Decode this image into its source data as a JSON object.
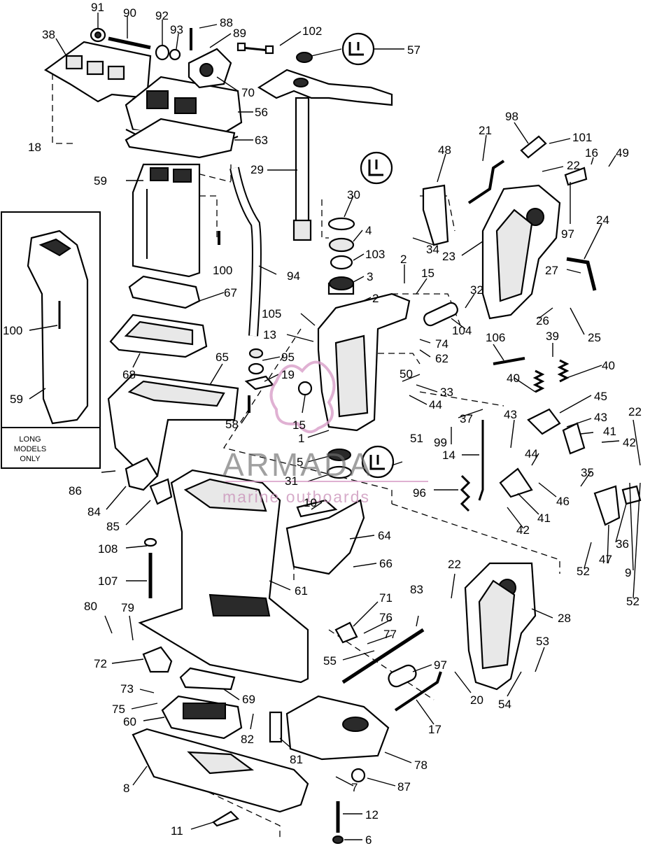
{
  "watermark": {
    "brand": "ARMADA",
    "tagline": "marine outboards",
    "brand_color": "#c97ab2"
  },
  "inset_note": {
    "line1": "LONG",
    "line2": "MODELS",
    "line3": "ONLY"
  },
  "callouts": {
    "c91": "91",
    "c90": "90",
    "c92": "92",
    "c93": "93",
    "c88": "88",
    "c89": "89",
    "c102": "102",
    "c57": "57",
    "c38": "38",
    "c70": "70",
    "c56": "56",
    "c63": "63",
    "c18": "18",
    "c59": "59",
    "c29": "29",
    "c100a": "100",
    "c94": "94",
    "c67": "67",
    "c68": "68",
    "c65": "65",
    "c58": "58",
    "c30": "30",
    "c4": "4",
    "c103": "103",
    "c3": "3",
    "c2a": "2",
    "c2b": "2",
    "c15a": "15",
    "c105": "105",
    "c13": "13",
    "c95": "95",
    "c19": "19",
    "c15b": "15",
    "c1": "1",
    "c5": "5",
    "c31": "31",
    "c10": "10",
    "c64": "64",
    "c66": "66",
    "c86": "86",
    "c84": "84",
    "c85": "85",
    "c108": "108",
    "c107": "107",
    "c61": "61",
    "c80": "80",
    "c79": "79",
    "c72": "72",
    "c73": "73",
    "c75": "75",
    "c60": "60",
    "c69": "69",
    "c82": "82",
    "c81": "81",
    "c8": "8",
    "c11": "11",
    "c7": "7",
    "c87": "87",
    "c78": "78",
    "c12": "12",
    "c6": "6",
    "c71": "71",
    "c76": "76",
    "c77": "77",
    "c83": "83",
    "c55": "55",
    "c97a": "97",
    "c20": "20",
    "c17": "17",
    "c22a": "22",
    "c28": "28",
    "c53": "53",
    "c54": "54",
    "c98": "98",
    "c21": "21",
    "c101": "101",
    "c48": "48",
    "c22b": "22",
    "c16": "16",
    "c49": "49",
    "c97b": "97",
    "c24": "24",
    "c34": "34",
    "c23": "23",
    "c27": "27",
    "c32": "32",
    "c104": "104",
    "c74": "74",
    "c62": "62",
    "c26": "26",
    "c25": "25",
    "c106": "106",
    "c39": "39",
    "c40a": "40",
    "c40b": "40",
    "c50": "50",
    "c33": "33",
    "c44a": "44",
    "c37": "37",
    "c45": "45",
    "c43a": "43",
    "c43b": "43",
    "c99": "99",
    "c51": "51",
    "c41a": "41",
    "c42a": "42",
    "c22c": "22",
    "c14": "14",
    "c44b": "44",
    "c35": "35",
    "c96": "96",
    "c46": "46",
    "c41b": "41",
    "c42b": "42",
    "c36": "36",
    "c47": "47",
    "c52a": "52",
    "c9": "9",
    "c52b": "52",
    "c100b": "100",
    "c59b": "59"
  }
}
